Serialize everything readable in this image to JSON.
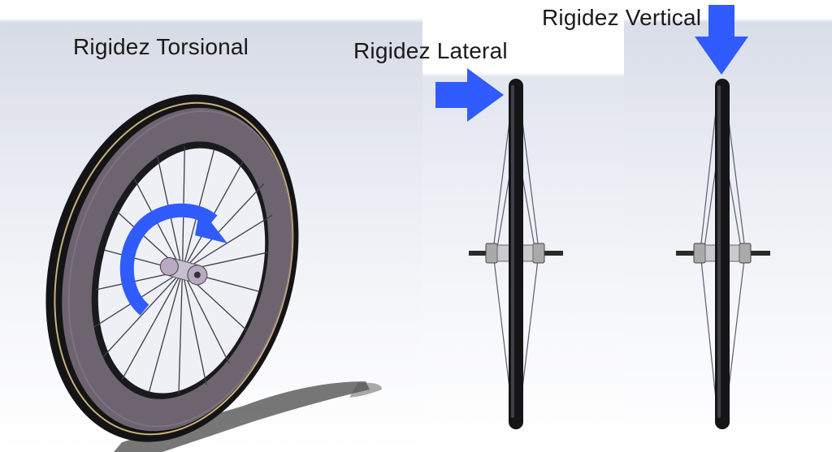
{
  "labels": {
    "torsional": "Rigidez Torsional",
    "lateral": "Rigidez Lateral",
    "vertical": "Rigidez Vertical"
  },
  "colors": {
    "arrow": "#2f5bff",
    "rim": "#1b1b1d",
    "rim_face": "#6f6670",
    "tire_stripe": "#c9b27a",
    "spoke": "#3d3f48",
    "hub": "#b9a9c2"
  },
  "icons": {
    "torsion": "curved-rotation-arrow",
    "lateral": "right-arrow",
    "vertical": "down-arrow"
  }
}
